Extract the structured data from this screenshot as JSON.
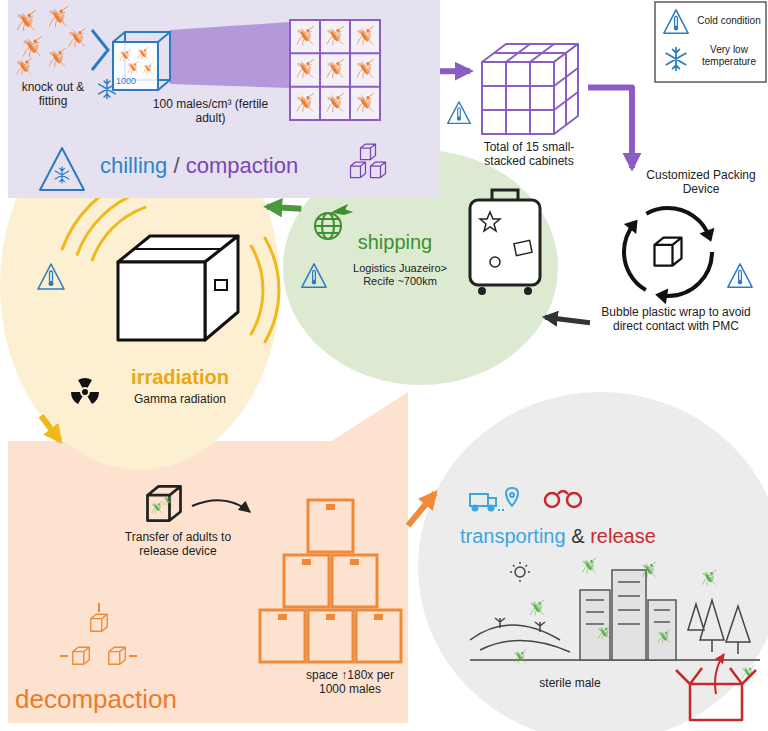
{
  "diagram": {
    "nodes": [
      {
        "text": [
          "chilling",
          "/",
          "compaction"
        ]
      },
      {
        "text": [
          "1000"
        ],
        "in": 0
      },
      {
        "text": [
          "Total of 15 small-stacked cabinets"
        ]
      },
      {
        "text": [
          "Customized Packing Device",
          "Bubble plastic wrap to avoid direct contact with PMC"
        ]
      },
      {
        "text": [
          "shipping",
          "Logistics Juazeiro> Recife ~700km"
        ]
      },
      {
        "text": [
          "irradiation",
          "Gamma radiation"
        ]
      },
      {
        "text": [
          "Transfer of adults to release device",
          "space ↑180x per 1000 males",
          "decompaction"
        ]
      },
      {
        "text": [
          "transporting",
          "&",
          "release",
          "sterile male"
        ]
      }
    ],
    "edges": [
      {
        "from": 0,
        "to": 2,
        "arrow": "to"
      },
      {
        "from": 2,
        "to": 3,
        "arrow": "to"
      },
      {
        "from": 3,
        "to": 4,
        "arrow": "to"
      },
      {
        "from": 4,
        "to": 5,
        "arrow": "to"
      },
      {
        "from": 5,
        "to": 6,
        "arrow": "to"
      },
      {
        "from": 6,
        "to": 7,
        "arrow": "to"
      }
    ],
    "labels": [
      "knock out & fitting",
      "100 males/cm³ (fertile adult)"
    ],
    "legend": [
      {
        "text": "Cold condition"
      },
      {
        "text": "Very low temperature"
      }
    ]
  }
}
